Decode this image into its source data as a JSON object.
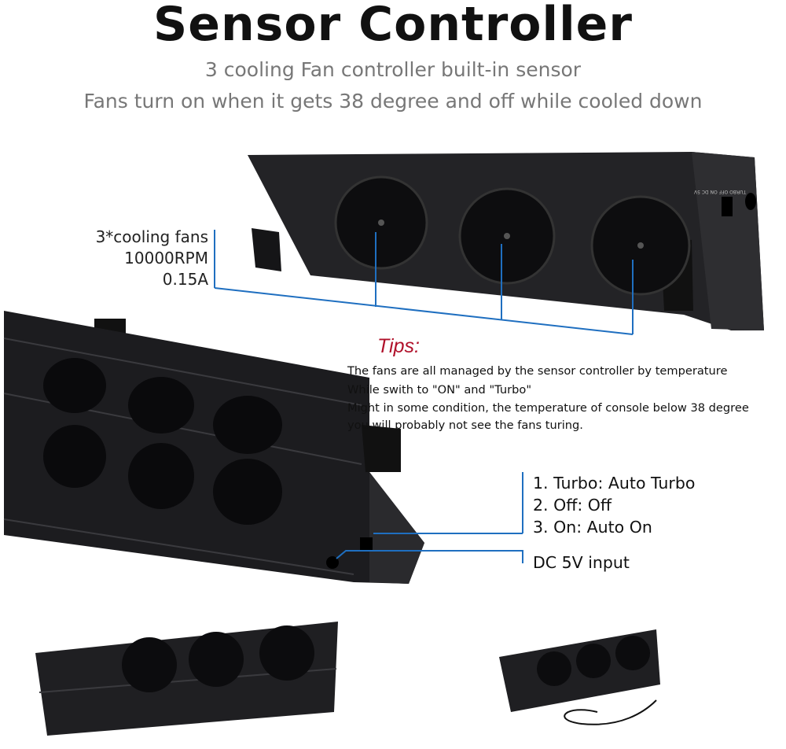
{
  "title": "Sensor Controller",
  "subtitle_lines": [
    "3 cooling Fan controller built-in sensor",
    "Fans turn on when it gets 38 degree and off while cooled down"
  ],
  "fan_specs": [
    "3*cooling fans",
    "10000RPM",
    "0.15A"
  ],
  "tips": {
    "heading": "Tips:",
    "lines": [
      "The fans are all managed by the sensor controller by temperature",
      "While swith to \"ON\" and \"Turbo\"",
      "Might in some condition, the temperature of console below 38 degree",
      "you will probably not see the fans turing."
    ]
  },
  "switch_modes": [
    "1. Turbo: Auto Turbo",
    "2. Off: Off",
    "3. On: Auto On"
  ],
  "dc_input": "DC 5V input",
  "device_labels": "TURBO OFF ON DC 5V",
  "colors": {
    "callout_line": "#1f6fc0",
    "tips_heading": "#b0102a",
    "device": "#1a1a1c"
  }
}
